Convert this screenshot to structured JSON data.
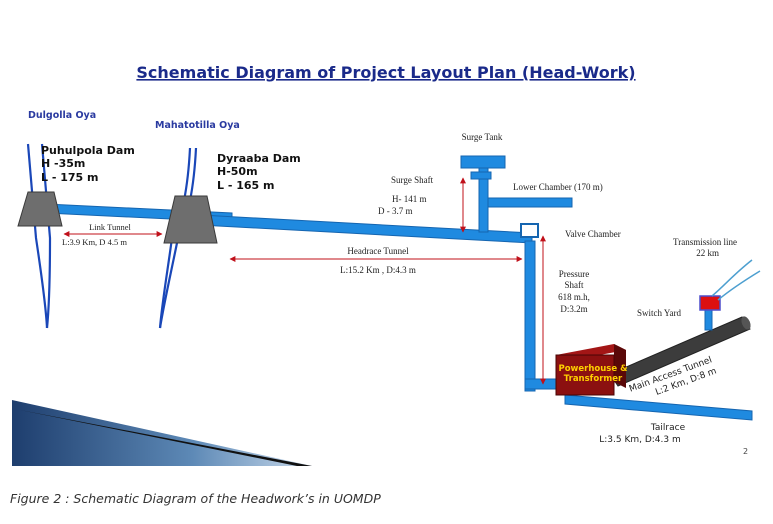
{
  "title": "Schematic Diagram of Project Layout Plan (Head-Work)",
  "caption": "Figure 2 : Schematic Diagram of the Headwork’s in UOMDP",
  "page_number": "2",
  "rivers": {
    "left": "Dulgolla Oya",
    "right": "Mahatotilla Oya"
  },
  "dams": {
    "puhulpola": {
      "name": "Puhulpola Dam",
      "height": "H -35m",
      "length": "L - 175 m"
    },
    "dyraaba": {
      "name": "Dyraaba Dam",
      "height": "H-50m",
      "length": "L - 165 m"
    }
  },
  "link_tunnel": {
    "name": "Link Tunnel",
    "spec": "L:3.9 Km, D 4.5 m"
  },
  "headrace_tunnel": {
    "name": "Headrace Tunnel",
    "spec": "L:15.2 Km , D:4.3 m"
  },
  "surge_tank": {
    "name": "Surge Tank"
  },
  "surge_shaft": {
    "name": "Surge Shaft",
    "height": "H- 141 m",
    "diameter": "D - 3.7 m"
  },
  "lower_chamber": {
    "name": "Lower Chamber (170 m)"
  },
  "valve_chamber": {
    "name": "Valve Chamber"
  },
  "pressure_shaft": {
    "line1": "Pressure",
    "line2": "Shaft",
    "line3": "618 m.h,",
    "line4": "D:3.2m"
  },
  "transmission_line": {
    "name": "Transmission line",
    "length": "22 km"
  },
  "switch_yard": {
    "name": "Switch Yard"
  },
  "powerhouse": {
    "line1": "Powerhouse &",
    "line2": "Transformer"
  },
  "main_access_tunnel": {
    "name": "Main Access Tunnel",
    "spec": "L:2 Km, D:8 m"
  },
  "tailrace": {
    "name": "Tailrace",
    "spec": "L:3.5 Km, D:4.3 m"
  },
  "colors": {
    "pipe": "#1f8ae0",
    "pipe_edge": "#1565b0",
    "river": "#1a47b8",
    "dam": "#6e6e6e",
    "arrow": "#c0101a",
    "title": "#1a2a8a",
    "powerhouse": "#8b1010",
    "powerhouse_text": "#ffd000"
  }
}
